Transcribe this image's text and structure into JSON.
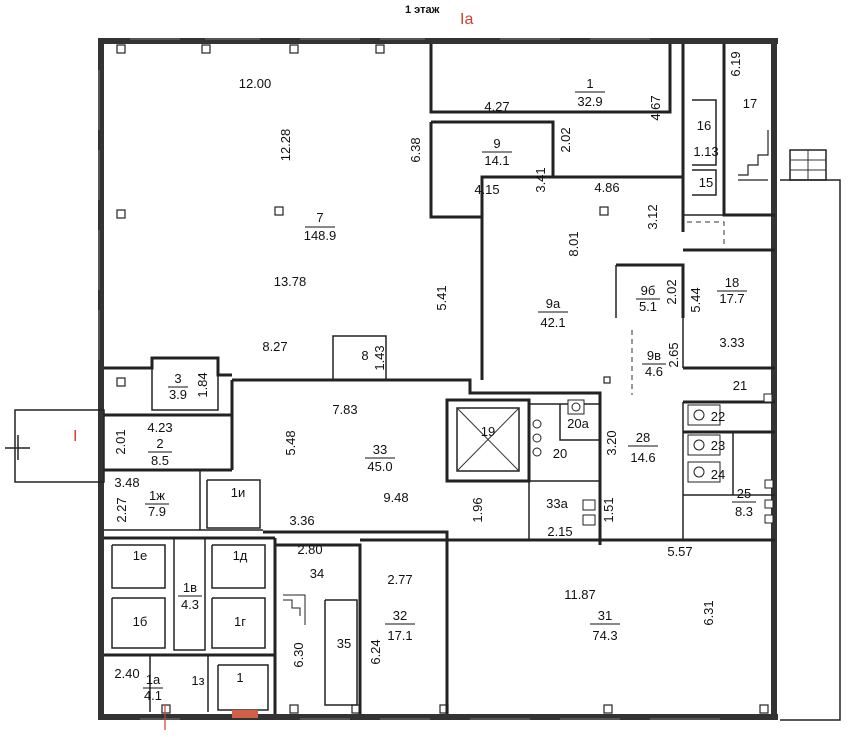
{
  "floor_title": "1 этаж",
  "section_marks": {
    "top": "Ia",
    "left": "I"
  },
  "rooms": [
    {
      "id": "r1",
      "number": "1",
      "area": "32.9"
    },
    {
      "id": "r7",
      "number": "7",
      "area": "148.9"
    },
    {
      "id": "r9",
      "number": "9",
      "area": "14.1"
    },
    {
      "id": "r9a",
      "number": "9а",
      "area": "42.1"
    },
    {
      "id": "r9b",
      "number": "9б",
      "area": "5.1"
    },
    {
      "id": "r9v",
      "number": "9в",
      "area": "4.6"
    },
    {
      "id": "r18",
      "number": "18",
      "area": "17.7"
    },
    {
      "id": "r3",
      "number": "3",
      "area": "3.9"
    },
    {
      "id": "r2",
      "number": "2",
      "area": "8.5"
    },
    {
      "id": "r1zh",
      "number": "1ж",
      "area": "7.9"
    },
    {
      "id": "r33",
      "number": "33",
      "area": "45.0"
    },
    {
      "id": "r28",
      "number": "28",
      "area": "14.6"
    },
    {
      "id": "r25",
      "number": "25",
      "area": "8.3"
    },
    {
      "id": "r1v",
      "number": "1в",
      "area": "4.3"
    },
    {
      "id": "r32",
      "number": "32",
      "area": "17.1"
    },
    {
      "id": "r31",
      "number": "31",
      "area": "74.3"
    },
    {
      "id": "r1a",
      "number": "1а",
      "area": "4.1"
    }
  ],
  "room_labels": [
    "16",
    "17",
    "15",
    "8",
    "21",
    "22",
    "23",
    "24",
    "19",
    "20а",
    "20",
    "33а",
    "1и",
    "1е",
    "1д",
    "1б",
    "1г",
    "34",
    "35",
    "1з",
    "1"
  ],
  "dimensions": [
    "12.00",
    "12.28",
    "13.78",
    "8.27",
    "6.38",
    "4.27",
    "2.02",
    "4.67",
    "6.19",
    "1.13",
    "4.15",
    "3.41",
    "4.86",
    "3.12",
    "8.01",
    "5.41",
    "2.02",
    "5.44",
    "3.33",
    "2.65",
    "1.43",
    "1.84",
    "7.83",
    "4.23",
    "2.01",
    "5.48",
    "3.48",
    "2.27",
    "9.48",
    "1.96",
    "3.20",
    "1.51",
    "2.15",
    "3.36",
    "2.80",
    "5.57",
    "2.77",
    "11.87",
    "6.31",
    "6.30",
    "6.24",
    "2.40"
  ]
}
